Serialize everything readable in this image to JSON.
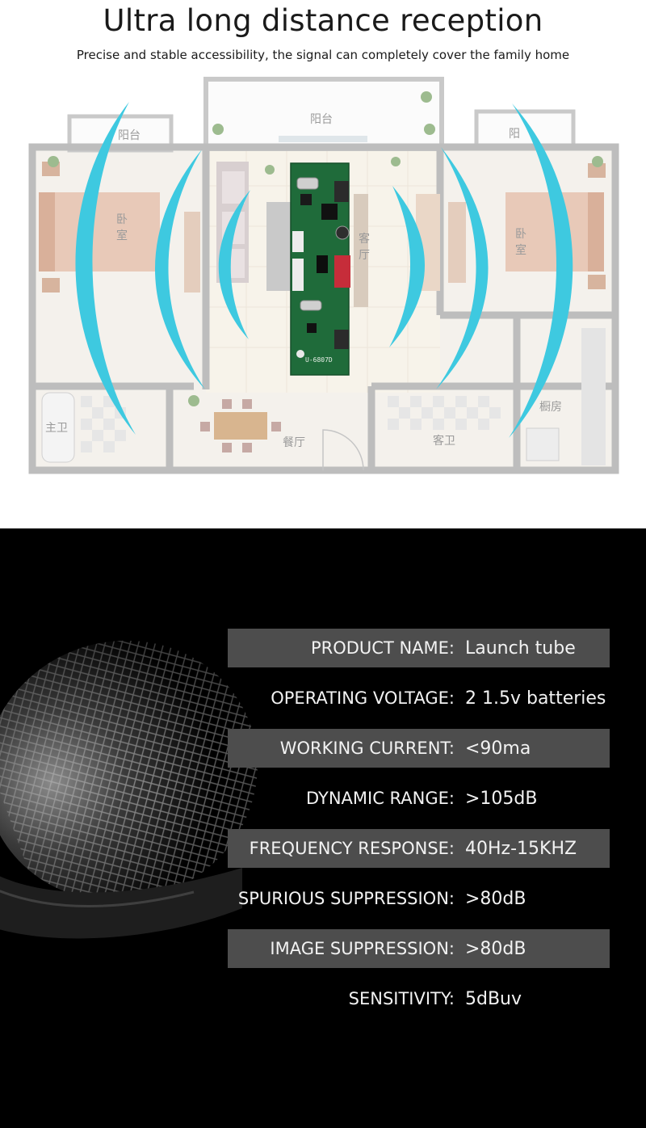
{
  "header": {
    "title": "Ultra long distance reception",
    "subtitle": "Precise and stable accessibility, the signal can completely cover the family home"
  },
  "floorplan": {
    "rooms": {
      "balcony_top": "阳台",
      "balcony_left": "阳台",
      "balcony_right": "阳",
      "bedroom_left": "卧\n室",
      "living": "客\n厅",
      "bedroom_right": "卧\n室",
      "master_bath": "主卫",
      "dining": "餐厅",
      "guest_bath": "客卫",
      "kitchen": "橱房"
    },
    "board_model": "U-6807D",
    "signal_color": "#3ec9e0"
  },
  "specs": [
    {
      "label": "PRODUCT NAME:",
      "value": "Launch tube",
      "shaded": true
    },
    {
      "label": "OPERATING VOLTAGE:",
      "value": "2 1.5v batteries",
      "shaded": false
    },
    {
      "label": "WORKING CURRENT:",
      "value": "<90ma",
      "shaded": true
    },
    {
      "label": "DYNAMIC RANGE:",
      "value": ">105dB",
      "shaded": false
    },
    {
      "label": "FREQUENCY RESPONSE:",
      "value": "40Hz-15KHZ",
      "shaded": true
    },
    {
      "label": "SPURIOUS SUPPRESSION:",
      "value": ">80dB",
      "shaded": false
    },
    {
      "label": "IMAGE SUPPRESSION:",
      "value": ">80dB",
      "shaded": true
    },
    {
      "label": "SENSITIVITY:",
      "value": "5dBuv",
      "shaded": false
    }
  ]
}
